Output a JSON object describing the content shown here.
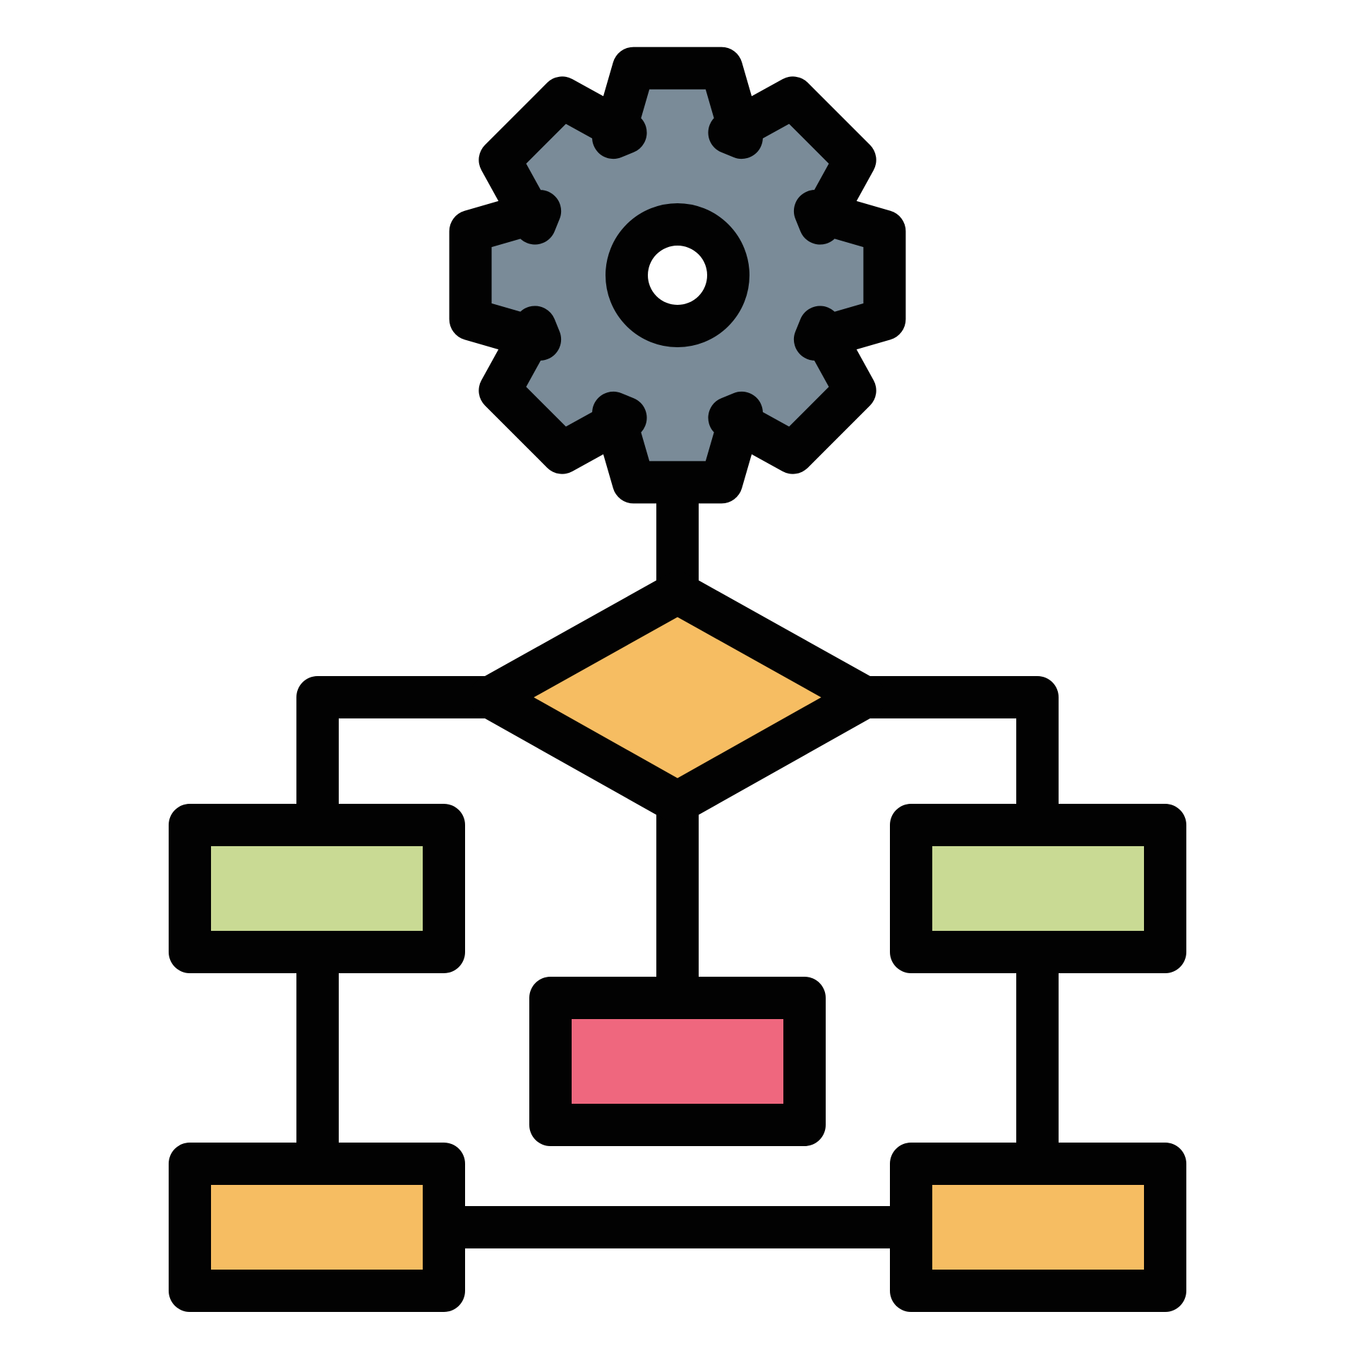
{
  "icon": {
    "name": "workflow-flowchart-icon",
    "style": "filled-outline",
    "colors": {
      "outline": "#020202",
      "background": "#ffffff",
      "gear_fill": "#7a8b98",
      "gear_hole": "#ffffff",
      "decision_fill": "#f6bd62",
      "side_box_fill": "#c9da94",
      "center_box_fill": "#ef677e",
      "bottom_box_fill": "#f6bd62"
    },
    "nodes": [
      {
        "id": "gear",
        "kind": "gear-icon"
      },
      {
        "id": "decision",
        "kind": "diamond-shape"
      },
      {
        "id": "left-process",
        "kind": "rectangle"
      },
      {
        "id": "right-process",
        "kind": "rectangle"
      },
      {
        "id": "center-process",
        "kind": "rectangle"
      },
      {
        "id": "bottom-left-terminal",
        "kind": "rectangle"
      },
      {
        "id": "bottom-right-terminal",
        "kind": "rectangle"
      }
    ]
  }
}
